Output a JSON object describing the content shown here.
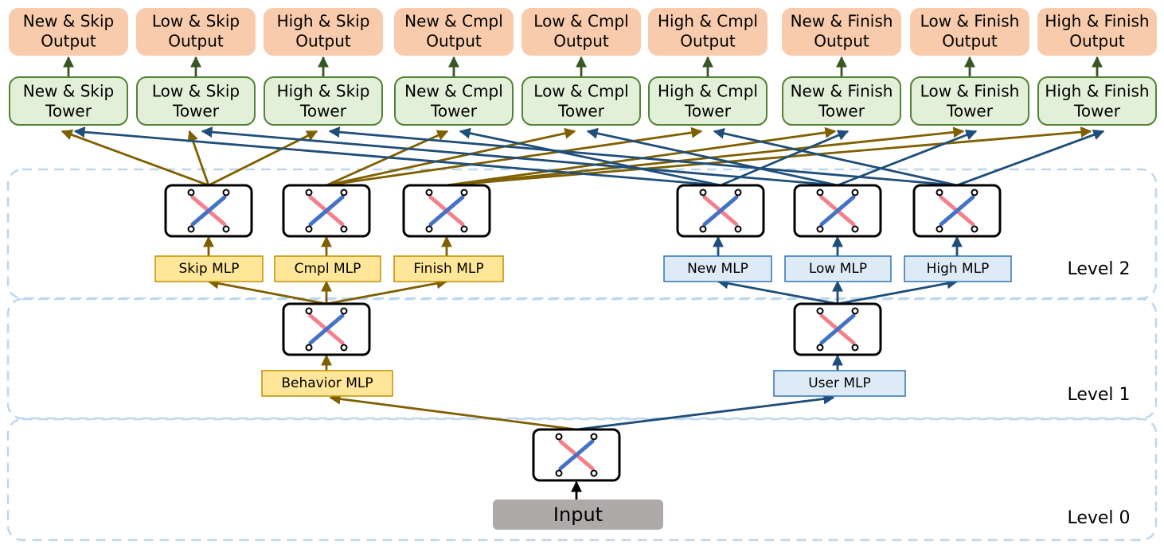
{
  "outputs": [
    {
      "line1": "New & Skip",
      "line2": "Output"
    },
    {
      "line1": "Low & Skip",
      "line2": "Output"
    },
    {
      "line1": "High & Skip",
      "line2": "Output"
    },
    {
      "line1": "New & Cmpl",
      "line2": "Output"
    },
    {
      "line1": "Low & Cmpl",
      "line2": "Output"
    },
    {
      "line1": "High & Cmpl",
      "line2": "Output"
    },
    {
      "line1": "New & Finish",
      "line2": "Output"
    },
    {
      "line1": "Low & Finish",
      "line2": "Output"
    },
    {
      "line1": "High & Finish",
      "line2": "Output"
    }
  ],
  "towers": [
    {
      "line1": "New & Skip",
      "line2": "Tower"
    },
    {
      "line1": "Low & Skip",
      "line2": "Tower"
    },
    {
      "line1": "High & Skip",
      "line2": "Tower"
    },
    {
      "line1": "New & Cmpl",
      "line2": "Tower"
    },
    {
      "line1": "Low & Cmpl",
      "line2": "Tower"
    },
    {
      "line1": "High & Cmpl",
      "line2": "Tower"
    },
    {
      "line1": "New & Finish",
      "line2": "Tower"
    },
    {
      "line1": "Low & Finish",
      "line2": "Tower"
    },
    {
      "line1": "High & Finish",
      "line2": "Tower"
    }
  ],
  "level2_mlps": [
    "Skip MLP",
    "Cmpl MLP",
    "Finish MLP",
    "New MLP",
    "Low MLP",
    "High MLP"
  ],
  "level1_mlps": [
    "Behavior MLP",
    "User MLP"
  ],
  "input_label": "Input",
  "levels": [
    "Level 2",
    "Level 1",
    "Level 0"
  ],
  "colors": {
    "output_fill": "#f8cbad",
    "tower_fill": "#e2f0d9",
    "tower_stroke": "#548235",
    "behavior_fill": "#ffe699",
    "behavior_stroke": "#bf9000",
    "user_fill": "#deebf7",
    "user_stroke": "#2e75b6",
    "behavior_arrow": "#7f6000",
    "user_arrow": "#1f4e79",
    "output_arrow": "#375623",
    "level_border": "#bdd7ee",
    "input_fill": "#aeaaaa",
    "gate_pink": "#f4808b",
    "gate_blue": "#4472c4"
  }
}
